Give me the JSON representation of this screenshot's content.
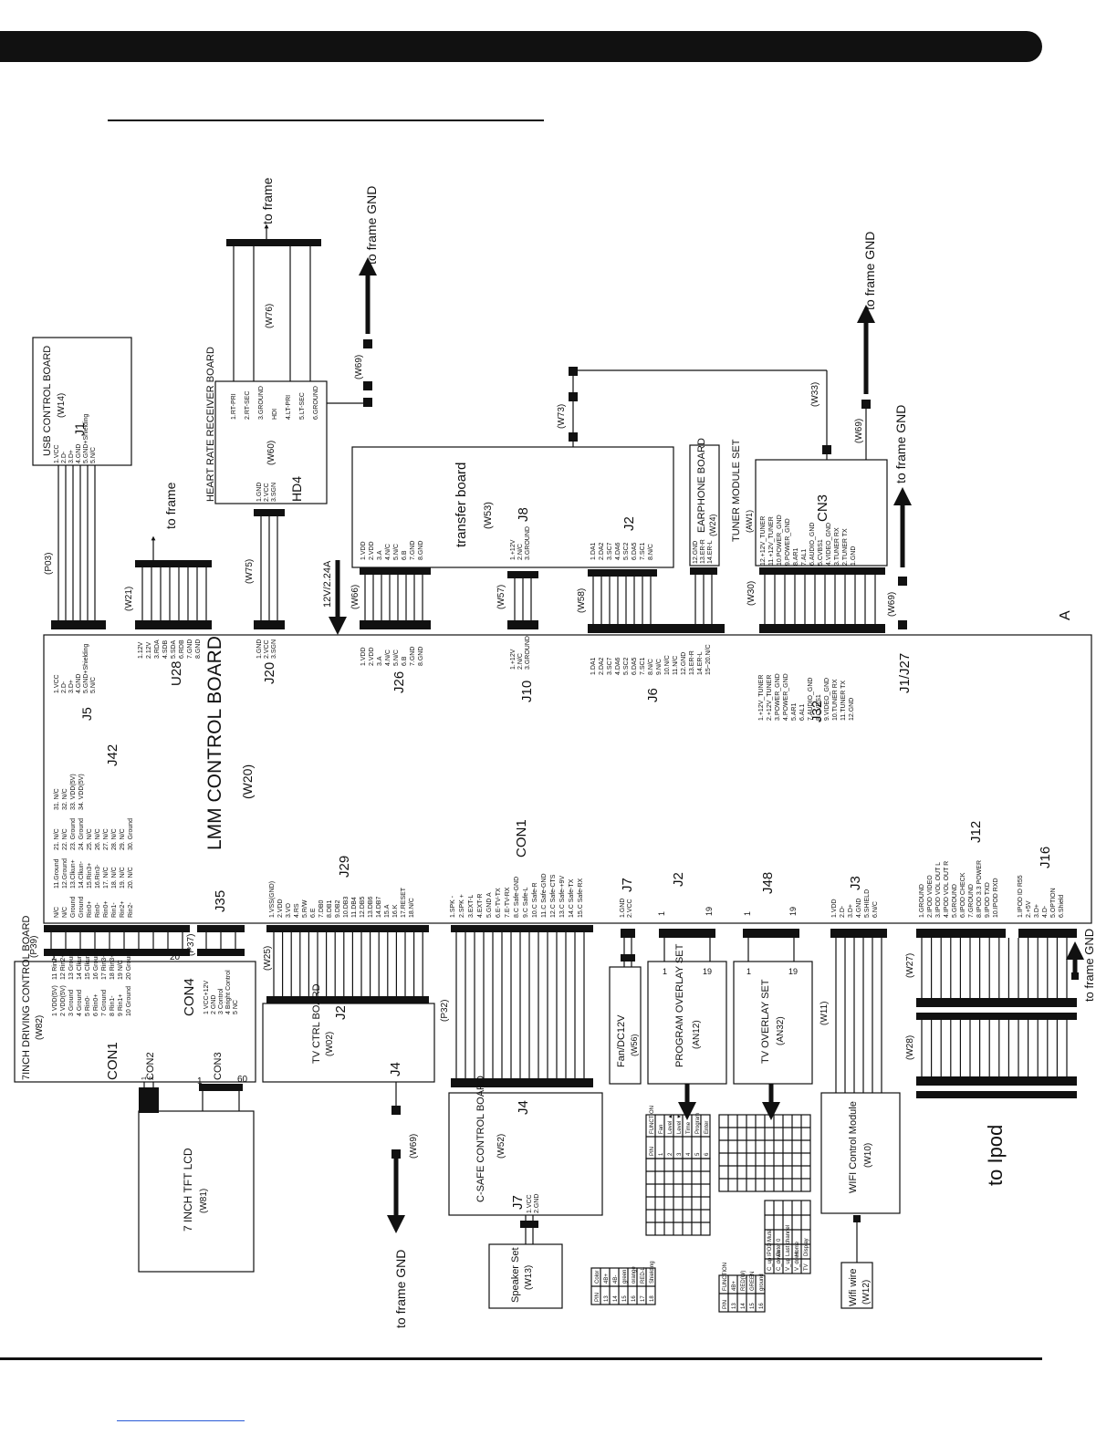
{
  "labels": {
    "lmm_board": "LMM CONTROL BOARD",
    "lmm_code": "(W20)",
    "corner_a": "A",
    "to_frame": "to frame",
    "to_frame_gnd": "to frame GND",
    "to_ipod": "to Ipod",
    "current_label": "12V/2.24A",
    "usb_board": "USB CONTROL BOARD",
    "usb_code": "(W14)",
    "usb_j": "J1",
    "hr_board": "HEART RATE RECEIVER BOARD",
    "hr_code": "(W60)",
    "hr_j": "HD4",
    "transfer_board": "transfer board",
    "transfer_code": "(W53)",
    "transfer_j8": "J8",
    "transfer_j2": "J2",
    "earphone_board": "EARPHONE BOARD",
    "earphone_code": "(W24)",
    "tuner_set": "TUNER MODULE SET",
    "tuner_code": "(AW1)",
    "tuner_cn": "CN3",
    "drive_board": "7INCH DRIVING CONTROL BOARD",
    "drive_code": "(W82)",
    "con1": "CON1",
    "con2": "CON2",
    "con3": "CON3",
    "con4": "CON4",
    "tft_lcd": "7 INCH TFT LCD",
    "tft_code": "(W81)",
    "tv_ctrl": "TV CTRL BOARD",
    "tv_ctrl_code": "(W02)",
    "tv_ctrl_j2": "J2",
    "tv_ctrl_j4": "J4",
    "csafe_board": "C-SAFE CONTROL BOARD",
    "csafe_code": "(W52)",
    "csafe_j4": "J4",
    "csafe_j7": "J7",
    "speaker_set": "Speaker Set",
    "speaker_code": "(W13)",
    "fan": "Fan/DC12V",
    "fan_code": "(W56)",
    "program_overlay": "PROGRAM OVERLAY SET",
    "program_code": "(AN12)",
    "tv_overlay": "TV OVERLAY SET",
    "tv_overlay_code": "(AN32)",
    "wifi_module": "WIFI Control Module",
    "wifi_code": "(W10)",
    "wifi_wire": "Wifi wire",
    "wifi_wire_code": "(W12)"
  },
  "lmm_connectors": {
    "j5": "J5",
    "u28": "U28",
    "j20": "J20",
    "j26": "J26",
    "j10": "J10",
    "j6": "J6",
    "j32": "J32",
    "j1j27": "J1/J27",
    "j42": "J42",
    "j35": "J35",
    "j29": "J29",
    "con1": "CON1",
    "j7": "J7",
    "j2": "J2",
    "j48": "J48",
    "j3": "J3",
    "j12": "J12",
    "j16": "J16"
  },
  "wire_codes": {
    "p03": "(P03)",
    "w21": "(W21)",
    "w75": "(W75)",
    "w76": "(W76)",
    "w69a": "(W69)",
    "w66": "(W66)",
    "w57": "(W57)",
    "w58": "(W58)",
    "w73": "(W73)",
    "w30": "(W30)",
    "w33": "(W33)",
    "w69b": "(W69)",
    "w69c": "(W69)",
    "p39": "(P39)",
    "p37": "(P37)",
    "w25": "(W25)",
    "p32": "(P32)",
    "w69d": "(W69)",
    "w11": "(W11)",
    "w27": "(W27)",
    "w28": "(W28)"
  },
  "pins": {
    "usb": [
      "1.VCC",
      "2.D-",
      "3.D+",
      "4.GND",
      "5.GND+Shielding",
      "5.N/C"
    ],
    "j5": [
      "1.VCC",
      "2.D-",
      "3.D+",
      "4.GND",
      "5.GND+Shielding",
      "5.N/C"
    ],
    "u28": [
      "1.12V",
      "2.12V",
      "3.RDA",
      "4.SDB",
      "5.SDA",
      "6.RDB",
      "7.GND",
      "8.GND"
    ],
    "hr_top": [
      "1.RT-PRI",
      "2.RT-SEC",
      "3.GROUND",
      "HDI",
      "4.LT-PRI",
      "5.LT-SEC",
      "6.GROUND"
    ],
    "hr_bottom": [
      "1.GND",
      "2.VCC",
      "3.SGN"
    ],
    "j20": [
      "1.GND",
      "2.VCC",
      "3.SGN"
    ],
    "transfer_left": [
      "1.VDD",
      "2.VDD",
      "3.A",
      "4.N/C",
      "5.N/C",
      "6.B",
      "7.GND",
      "8.GND"
    ],
    "j26": [
      "1.VDD",
      "2.VDD",
      "3.A",
      "4.N/C",
      "5.N/C",
      "6.B",
      "7.GND",
      "8.GND"
    ],
    "transfer_j8": [
      "1.+12V",
      "2.N/C",
      "3.GROUND"
    ],
    "j10": [
      "1.+12V",
      "2.N/C",
      "3.GROUND"
    ],
    "transfer_j2": [
      "1.DA1",
      "2.DA2",
      "3.SC7",
      "4.DA6",
      "5.SC2",
      "6.DA5",
      "7.SC1",
      "8.N/C"
    ],
    "j6": [
      "1.DA1",
      "2.DA2",
      "3.SC7",
      "4.DA6",
      "5.SC2",
      "6.DA5",
      "7.SC1",
      "8.N/C",
      "9.N/C",
      "10.N/C",
      "11.N/C",
      "12.GND",
      "13.ER-R",
      "14.ER-L",
      "15~20.N/C"
    ],
    "earphone": [
      "12.GND",
      "13.ER-R",
      "14.ER-L"
    ],
    "tuner": [
      "12.+12V_TUNER",
      "11.+12V_TUNER",
      "10.POWER_GND",
      "9.POWER_GND",
      "8.AR1",
      "7.AL1",
      "6.AUDIO_GND",
      "5.CVBS1",
      "4.VIDEO_GND",
      "3.TUNER RX",
      "2.TUNER TX",
      "1.GND"
    ],
    "j32": [
      "1.+12V_TUNER",
      "2.+12V_TUNER",
      "3.POWER_GND",
      "4.POWER_GND",
      "5.AR1",
      "6.AL1",
      "7.AUDIO_GND",
      "8.CVBS1",
      "9.VIDEO_GND",
      "10.TUNER RX",
      "11.TUNER TX",
      "12.GND"
    ],
    "j42_col1": [
      "N/C",
      "N/C",
      "Ground",
      "Ground",
      "Rin0+",
      "Rin0-",
      "Rin0+",
      "Rin1-",
      "Rin2+",
      "Rin2-"
    ],
    "j42_col2": [
      "11.Ground",
      "12.Ground",
      "13.Clkun+",
      "14.Clkun-",
      "15.Rin3+",
      "16.Rin3-",
      "17. N/C",
      "18. N/C",
      "19. N/C",
      "20. N/C"
    ],
    "j42_col3": [
      "21. N/C",
      "22. N/C",
      "23. Ground",
      "24. Ground",
      "25. N/C",
      "26. N/C",
      "27. N/C",
      "28. N/C",
      "29. N/C",
      "30. Ground"
    ],
    "j42_col4": [
      "31. N/C",
      "32. N/C",
      "33. VDD(5V)",
      "34. VDD(5V)"
    ],
    "j29": [
      "1.VSS(GND)",
      "2.VDD",
      "3.VO",
      "4.RS",
      "5.R/W",
      "6.E",
      "7.DB0",
      "8.DB1",
      "9.DB2",
      "10.DB3",
      "11.DB4",
      "12.DB5",
      "13.DB6",
      "14.DB7",
      "15.A",
      "16.K",
      "17.RESET",
      "18.N/C"
    ],
    "con1_lmm": [
      "1.SPK -",
      "2.SPK +",
      "3.EXT-L",
      "4.EXT-R",
      "5.GND A",
      "6.E-TV-TX",
      "7.E-TV-RX",
      "8.C Safe-GND",
      "9.C Safe-L",
      "10.C Safe-R",
      "11.C Safe-GND",
      "12.C Safe-CTS",
      "13.C Safe-+9V",
      "14.C Safe-TX",
      "15.C Safe-RX"
    ],
    "j7": [
      "1.GND",
      "2.VCC"
    ],
    "j3": [
      "1.VDD",
      "2.D-",
      "3.D+",
      "4.GND",
      "5.SHIELD",
      "6.N/C"
    ],
    "j12": [
      "1.GROUND",
      "2.IPOD VIDEO",
      "3.IPOD VOL OUT L",
      "4.IPOD VOL OUT R",
      "5.GROUND",
      "6.IPOD CHECK",
      "7.GROUND",
      "8.IPOD 3.3 POWER",
      "9.IPOD TXD",
      "10.IPOD RXD"
    ],
    "j16": [
      "1.IPOD ID R55",
      "2.+5V",
      "3.D+",
      "4.D-",
      "5.OPTION",
      "6.Shield"
    ],
    "drive_col1": [
      "1 VDD(5V)",
      "2 VDD(5V)",
      "3 Ground",
      "4 Ground",
      "5 Rin0-",
      "6 Rin0+",
      "7 Ground",
      "8 Rin1-",
      "9 Rin1+",
      "10 Ground"
    ],
    "drive_col2": [
      "11 Rin2-",
      "12 Rin2+",
      "13 Ground",
      "14 Clkun-",
      "15 Clkun+",
      "16 Ground",
      "17 Rin3-",
      "18 Rin3+",
      "19 N/C",
      "20 Ground"
    ],
    "con4": [
      "1 VCC+12V",
      "2 GND",
      "3 Control",
      "4 Bright Control",
      "5 NC"
    ],
    "con2": [
      "1",
      "2"
    ],
    "csafe_j7": [
      "1.VCC",
      "2.GND"
    ],
    "pin_range": [
      "1",
      "19"
    ],
    "pin_range_drive": [
      "1",
      "20"
    ],
    "pin_range_con3": [
      "1",
      "60"
    ]
  },
  "tables": {
    "table1_header": [
      "PIN",
      "Color"
    ],
    "table1_rows": [
      [
        "13",
        "4B+"
      ],
      [
        "14",
        "4B-"
      ],
      [
        "15",
        "green"
      ],
      [
        "16",
        "orange"
      ],
      [
        "17",
        "RED-L"
      ],
      [
        "18",
        "Shielding"
      ]
    ],
    "table2_header": [
      "PIN",
      "FUNCTION"
    ],
    "table2_rows": [
      [
        "1",
        "Fan"
      ],
      [
        "2",
        "Level ▲"
      ],
      [
        "3",
        "Level ▼"
      ],
      [
        "4",
        "Time"
      ],
      [
        "5",
        "Program"
      ],
      [
        "6",
        "Enter"
      ]
    ],
    "table3_header": [
      "PIN",
      "FUNCTION"
    ],
    "table3_rows": [
      [
        "13",
        "4B+"
      ],
      [
        "14",
        "RED(W)"
      ],
      [
        "15",
        "GREEN"
      ],
      [
        "16",
        "ground"
      ]
    ],
    "table3_cells": [
      "C_up",
      "C_down",
      "V_up",
      "V_down",
      "TV",
      "IPOD",
      "Enter",
      "Last channel",
      "Home",
      "Display",
      "Mute",
      "0"
    ]
  }
}
